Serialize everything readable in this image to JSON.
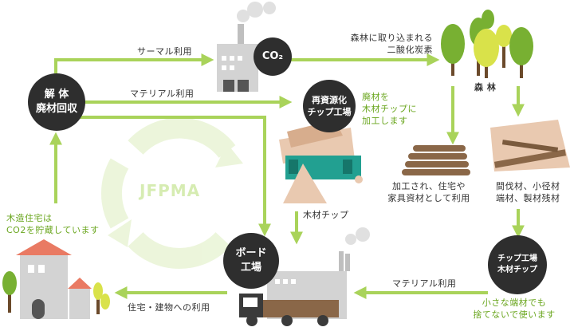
{
  "nodes": {
    "demolition": "解 体\n廃材回収",
    "co2": "CO₂",
    "recycle_plant": "再資源化\nチップ工場",
    "board_plant": "ボード\n工場",
    "chip_plant": "チップ工場\n木材チップ"
  },
  "labels": {
    "thermal_use": "サーマル利用",
    "material_use_top": "マテリアル利用",
    "forest_absorb": "森林に取り込まれる\n二酸化炭素",
    "forest": "森 林",
    "recycle_note": "廃材を\n木材チップに\n加工します",
    "wood_chip": "木材チップ",
    "processed_timber": "加工され、住宅や\n家具資材として利用",
    "thinned_timber": "間伐材、小径材\n端材、製材残材",
    "store_co2": "木造住宅は\nCO2を貯蔵しています",
    "housing_use": "住宅・建物への利用",
    "material_use_bottom": "マテリアル利用",
    "small_scraps": "小さな端材でも\n捨てないで使います",
    "logo": "JFPMA"
  },
  "colors": {
    "arrow": "#a9d35a",
    "circle": "#2e2e2e",
    "accent_text": "#6aa61e",
    "house_roof": "#e97a63",
    "building": "#bfbfbf",
    "truck": "#3a3a3a",
    "tree_green": "#78b032",
    "tree_yellow": "#d9e24a",
    "wood": "#e9c9b0",
    "conveyor": "#22a091"
  }
}
